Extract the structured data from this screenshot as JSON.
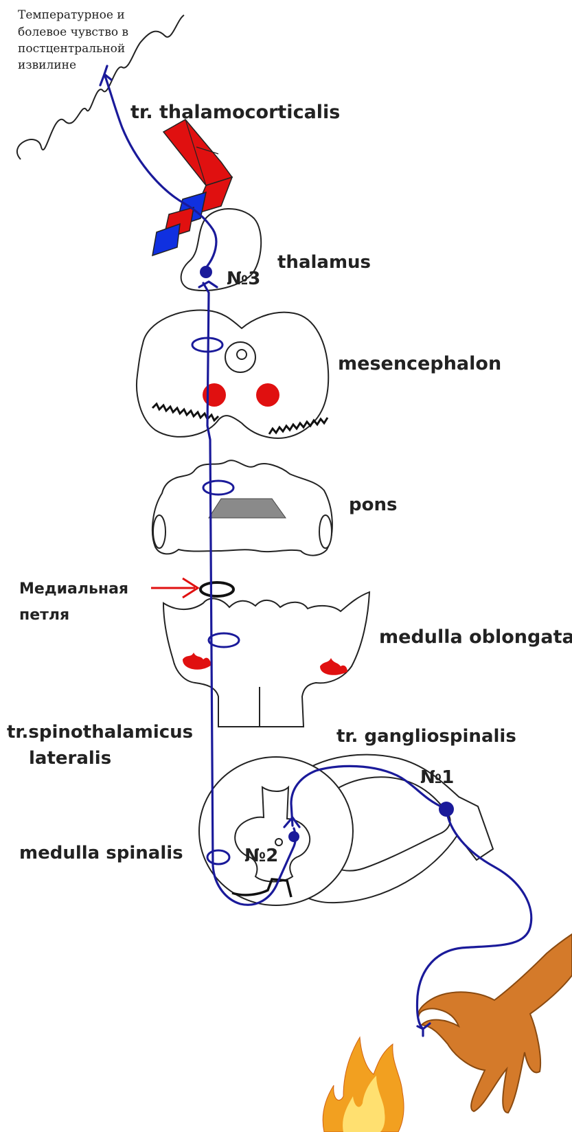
{
  "cortex_label": [
    "Температурное и",
    "болевое чувство в",
    "постцентральной",
    "извилине"
  ],
  "labels": {
    "tr_thalamocorticalis": "tr. thalamocorticalis",
    "thalamus": "thalamus",
    "neuron3": "№3",
    "mesencephalon": "mesencephalon",
    "pons": "pons",
    "medial_lemniscus_line1": "Медиальная",
    "medial_lemniscus_line2": "петля",
    "medulla_oblongata": "medulla oblongata",
    "tr_spinothalamicus_line1": "tr.spinothalamicus",
    "tr_spinothalamicus_line2": "lateralis",
    "tr_gangliospinalis": "tr. gangliospinalis",
    "neuron1": "№1",
    "medulla_spinalis": "medulla spinalis",
    "neuron2": "№2"
  },
  "colors": {
    "pathway": "#1a1a9a",
    "nucleus_red": "#e01010",
    "capsule_blue": "#1030e0",
    "arrow_red": "#e01010",
    "hand": "#d47a2a",
    "flame_outer": "#f2a020",
    "flame_inner": "#ffe070"
  }
}
